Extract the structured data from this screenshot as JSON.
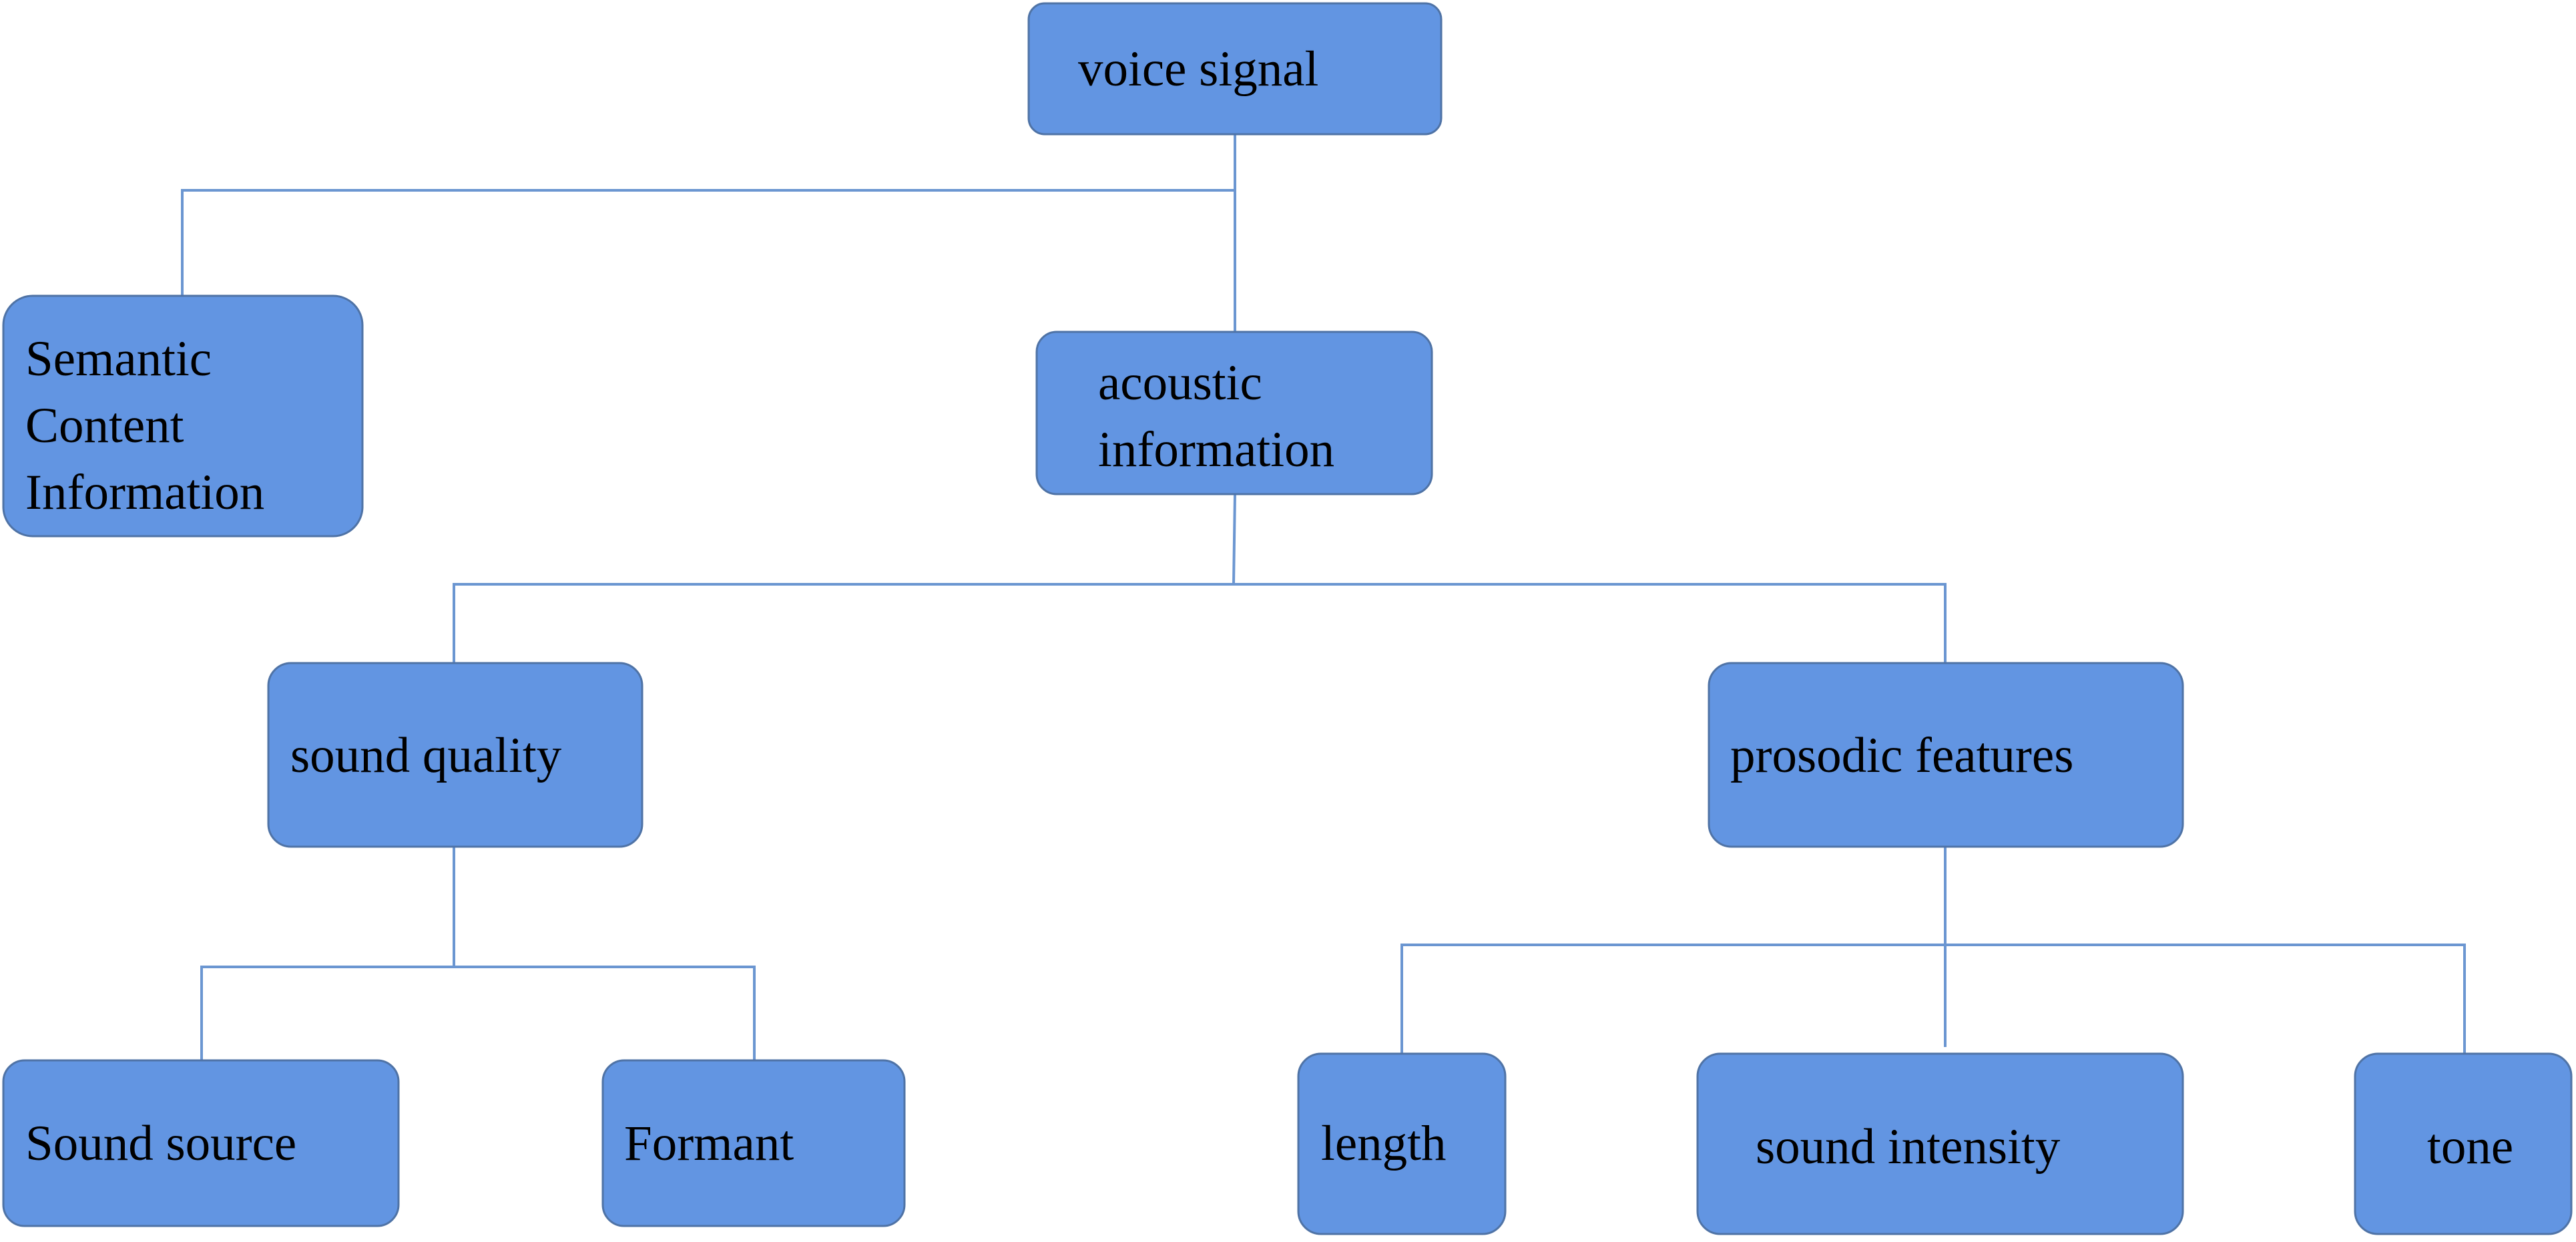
{
  "colors": {
    "node_fill": "#6295e2",
    "node_stroke": "#4f73a6",
    "connector": "#6b96d1",
    "text": "#000000",
    "background": "#ffffff"
  },
  "nodes": {
    "voice_signal": {
      "label": "voice signal"
    },
    "semantic_content_information": {
      "lines": [
        "Semantic",
        "Content",
        "Information"
      ]
    },
    "acoustic_information": {
      "lines": [
        "acoustic",
        "information"
      ]
    },
    "sound_quality": {
      "label": "sound quality"
    },
    "prosodic_features": {
      "label": "prosodic features"
    },
    "sound_source": {
      "label": "Sound source"
    },
    "formant": {
      "label": "Formant"
    },
    "length": {
      "label": "length"
    },
    "sound_intensity": {
      "label": "sound intensity"
    },
    "tone": {
      "label": "tone"
    }
  }
}
